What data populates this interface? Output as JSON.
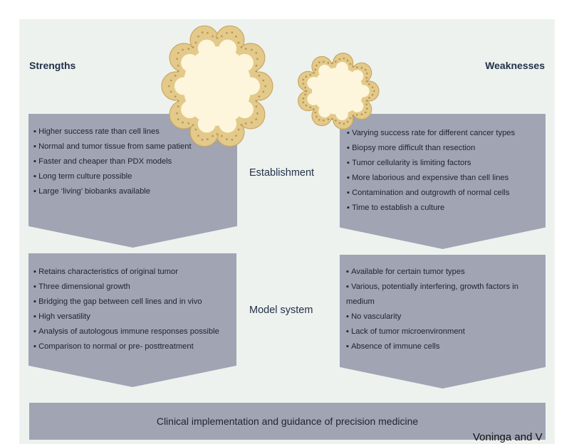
{
  "headings": {
    "strengths": "Strengths",
    "weaknesses": "Weaknesses"
  },
  "stages": {
    "establishment": {
      "label": "Establishment",
      "strengths": [
        "Higher success rate than cell lines",
        "Normal and tumor tissue from same patient",
        "Faster and cheaper than PDX models",
        "Long term culture possible",
        "Large ‘living’ biobanks available"
      ],
      "weaknesses": [
        "Varying success rate for different cancer types",
        "Biopsy more difficult than resection",
        "Tumor cellularity is limiting factors",
        "More laborious and expensive than cell lines",
        "Contamination and outgrowth of normal cells",
        "Time to establish a culture"
      ]
    },
    "model_system": {
      "label": "Model system",
      "strengths": [
        "Retains characteristics of original tumor",
        "Three dimensional growth",
        "Bridging the gap between cell lines and in vivo",
        "High versatility",
        "Analysis of autologous immune responses possible",
        "Comparison to normal or pre- posttreatment"
      ],
      "weaknesses": [
        "Available for certain tumor types",
        "Various, potentially interfering, growth factors in medium",
        "No vascularity",
        "Lack of tumor microenvironment",
        "Absence of immune cells"
      ]
    }
  },
  "clinical": "Clinical implementation and guidance of precision medicine",
  "citation": "Voninga and V",
  "colors": {
    "panel": "#edf2ef",
    "arrow": "#a0a4b3",
    "heading": "#233148",
    "organoid_outer": "#e3c98a",
    "organoid_inner": "#fdf6dc"
  }
}
